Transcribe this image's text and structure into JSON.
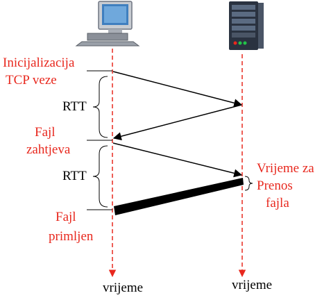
{
  "colors": {
    "accent_red": "#e8281e",
    "line_black": "#000000"
  },
  "icons": {
    "client": "desktop-computer-icon",
    "server": "server-rack-icon"
  },
  "labels": {
    "init_line1": "Inicijalizacija",
    "init_line2": "TCP veze",
    "rtt_1": "RTT",
    "request_line1": "Fajl",
    "request_line2": "zahtjeva",
    "rtt_2": "RTT",
    "transfer_line1": "Vrijeme za",
    "transfer_line2": "Prenos",
    "transfer_line3": "fajla",
    "received_line1": "Fajl",
    "received_line2": "primljen",
    "time_client": "vrijeme",
    "time_server": "vrijeme"
  }
}
